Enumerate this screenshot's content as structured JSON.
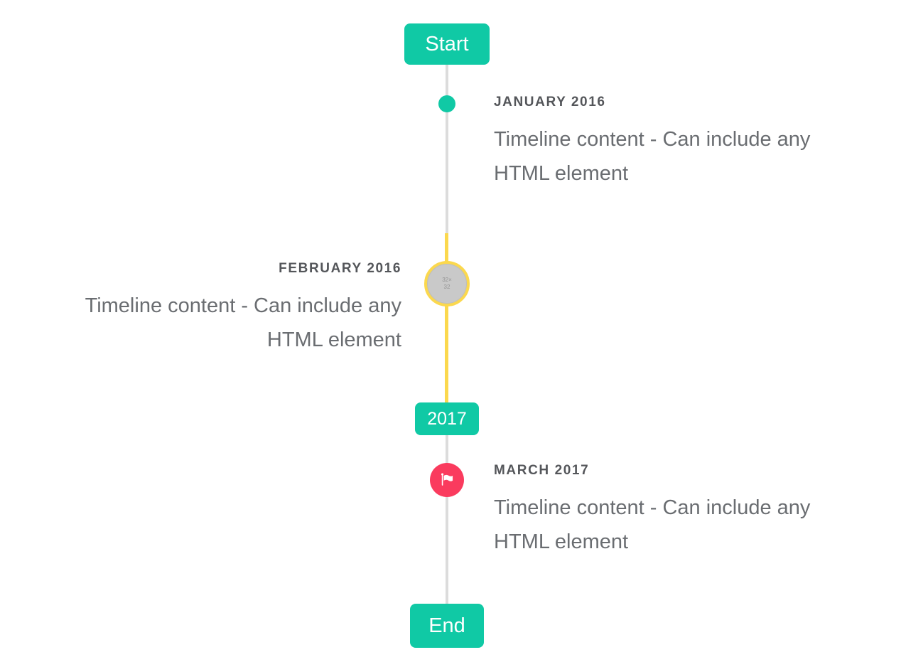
{
  "timeline": {
    "start_label": "Start",
    "year_label": "2017",
    "end_label": "End",
    "items": [
      {
        "heading": "JANUARY 2016",
        "lines": [
          "Timeline content - Can include any",
          "HTML element"
        ],
        "side": "right",
        "marker": "teal-dot"
      },
      {
        "heading": "FEBRUARY 2016",
        "lines": [
          "Timeline content - Can include any",
          "HTML element"
        ],
        "side": "left",
        "marker": "image-placeholder",
        "marker_placeholder_label": "32×32"
      },
      {
        "heading": "MARCH 2017",
        "lines": [
          "Timeline content - Can include any",
          "HTML element"
        ],
        "side": "right",
        "marker": "flag-icon"
      }
    ],
    "colors": {
      "accent_teal": "#10c9a5",
      "highlight_yellow": "#fbd84e",
      "flag_marker_red": "#fa3b5e",
      "line_gray": "#dcdcdc",
      "image_marker_gray": "#c9c9c9",
      "heading_text": "#54565a",
      "content_text": "#6a6d71"
    }
  }
}
